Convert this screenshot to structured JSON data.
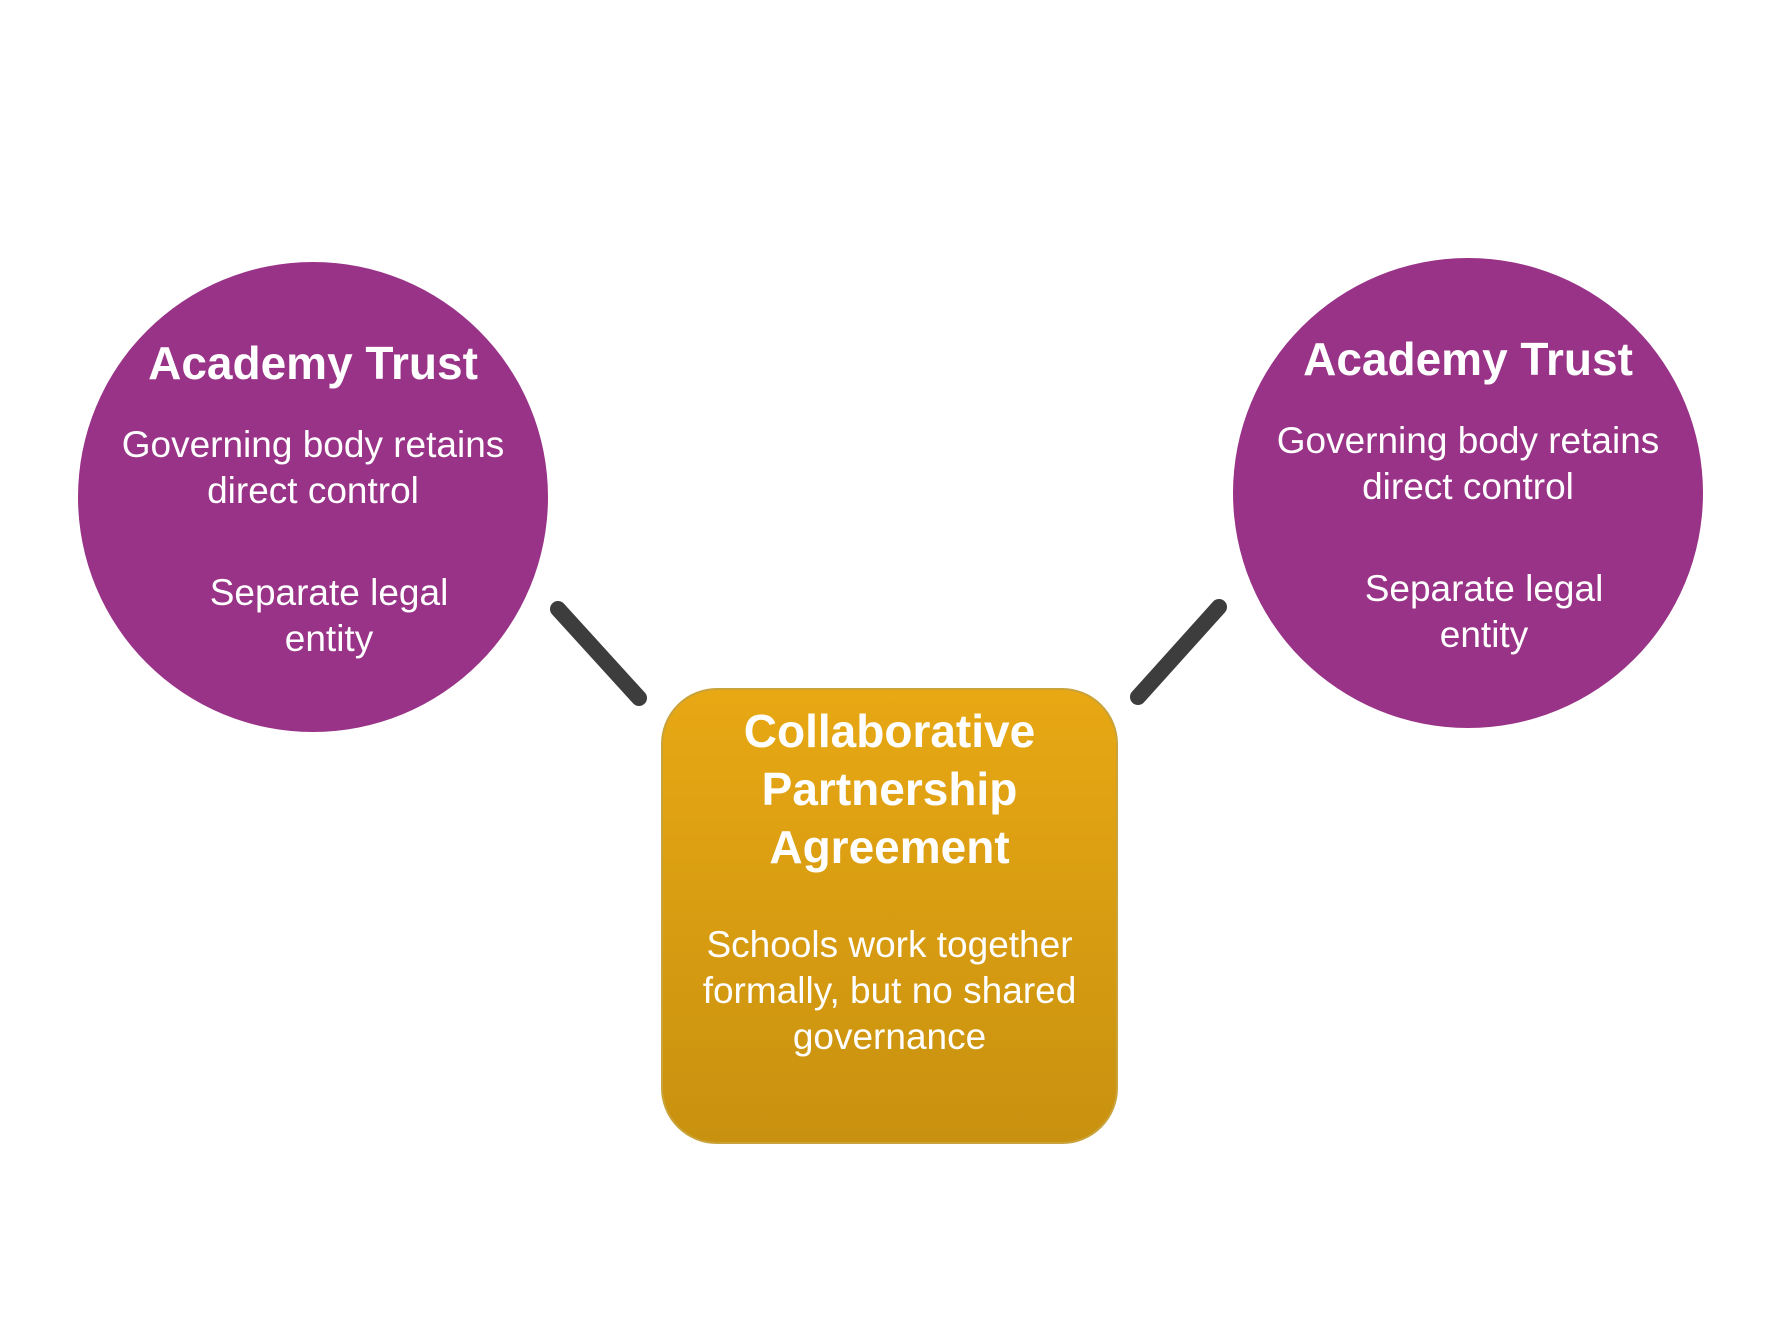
{
  "colors": {
    "circle": "#993388",
    "box_top": "#e8a814",
    "box_bottom": "#c8910f",
    "connector": "#3d3d3d",
    "text": "#ffffff",
    "background": "#ffffff"
  },
  "left_node": {
    "title": "Academy Trust",
    "text1_line1": "Governing body retains",
    "text1_line2": "direct control",
    "text2_line1": "Separate legal",
    "text2_line2": "entity"
  },
  "right_node": {
    "title": "Academy Trust",
    "text1_line1": "Governing body retains",
    "text1_line2": "direct control",
    "text2_line1": "Separate legal",
    "text2_line2": "entity"
  },
  "center_node": {
    "title_line1": "Collaborative",
    "title_line2": "Partnership",
    "title_line3": "Agreement",
    "body_line1": "Schools work together",
    "body_line2": "formally, but no shared",
    "body_line3": "governance"
  }
}
